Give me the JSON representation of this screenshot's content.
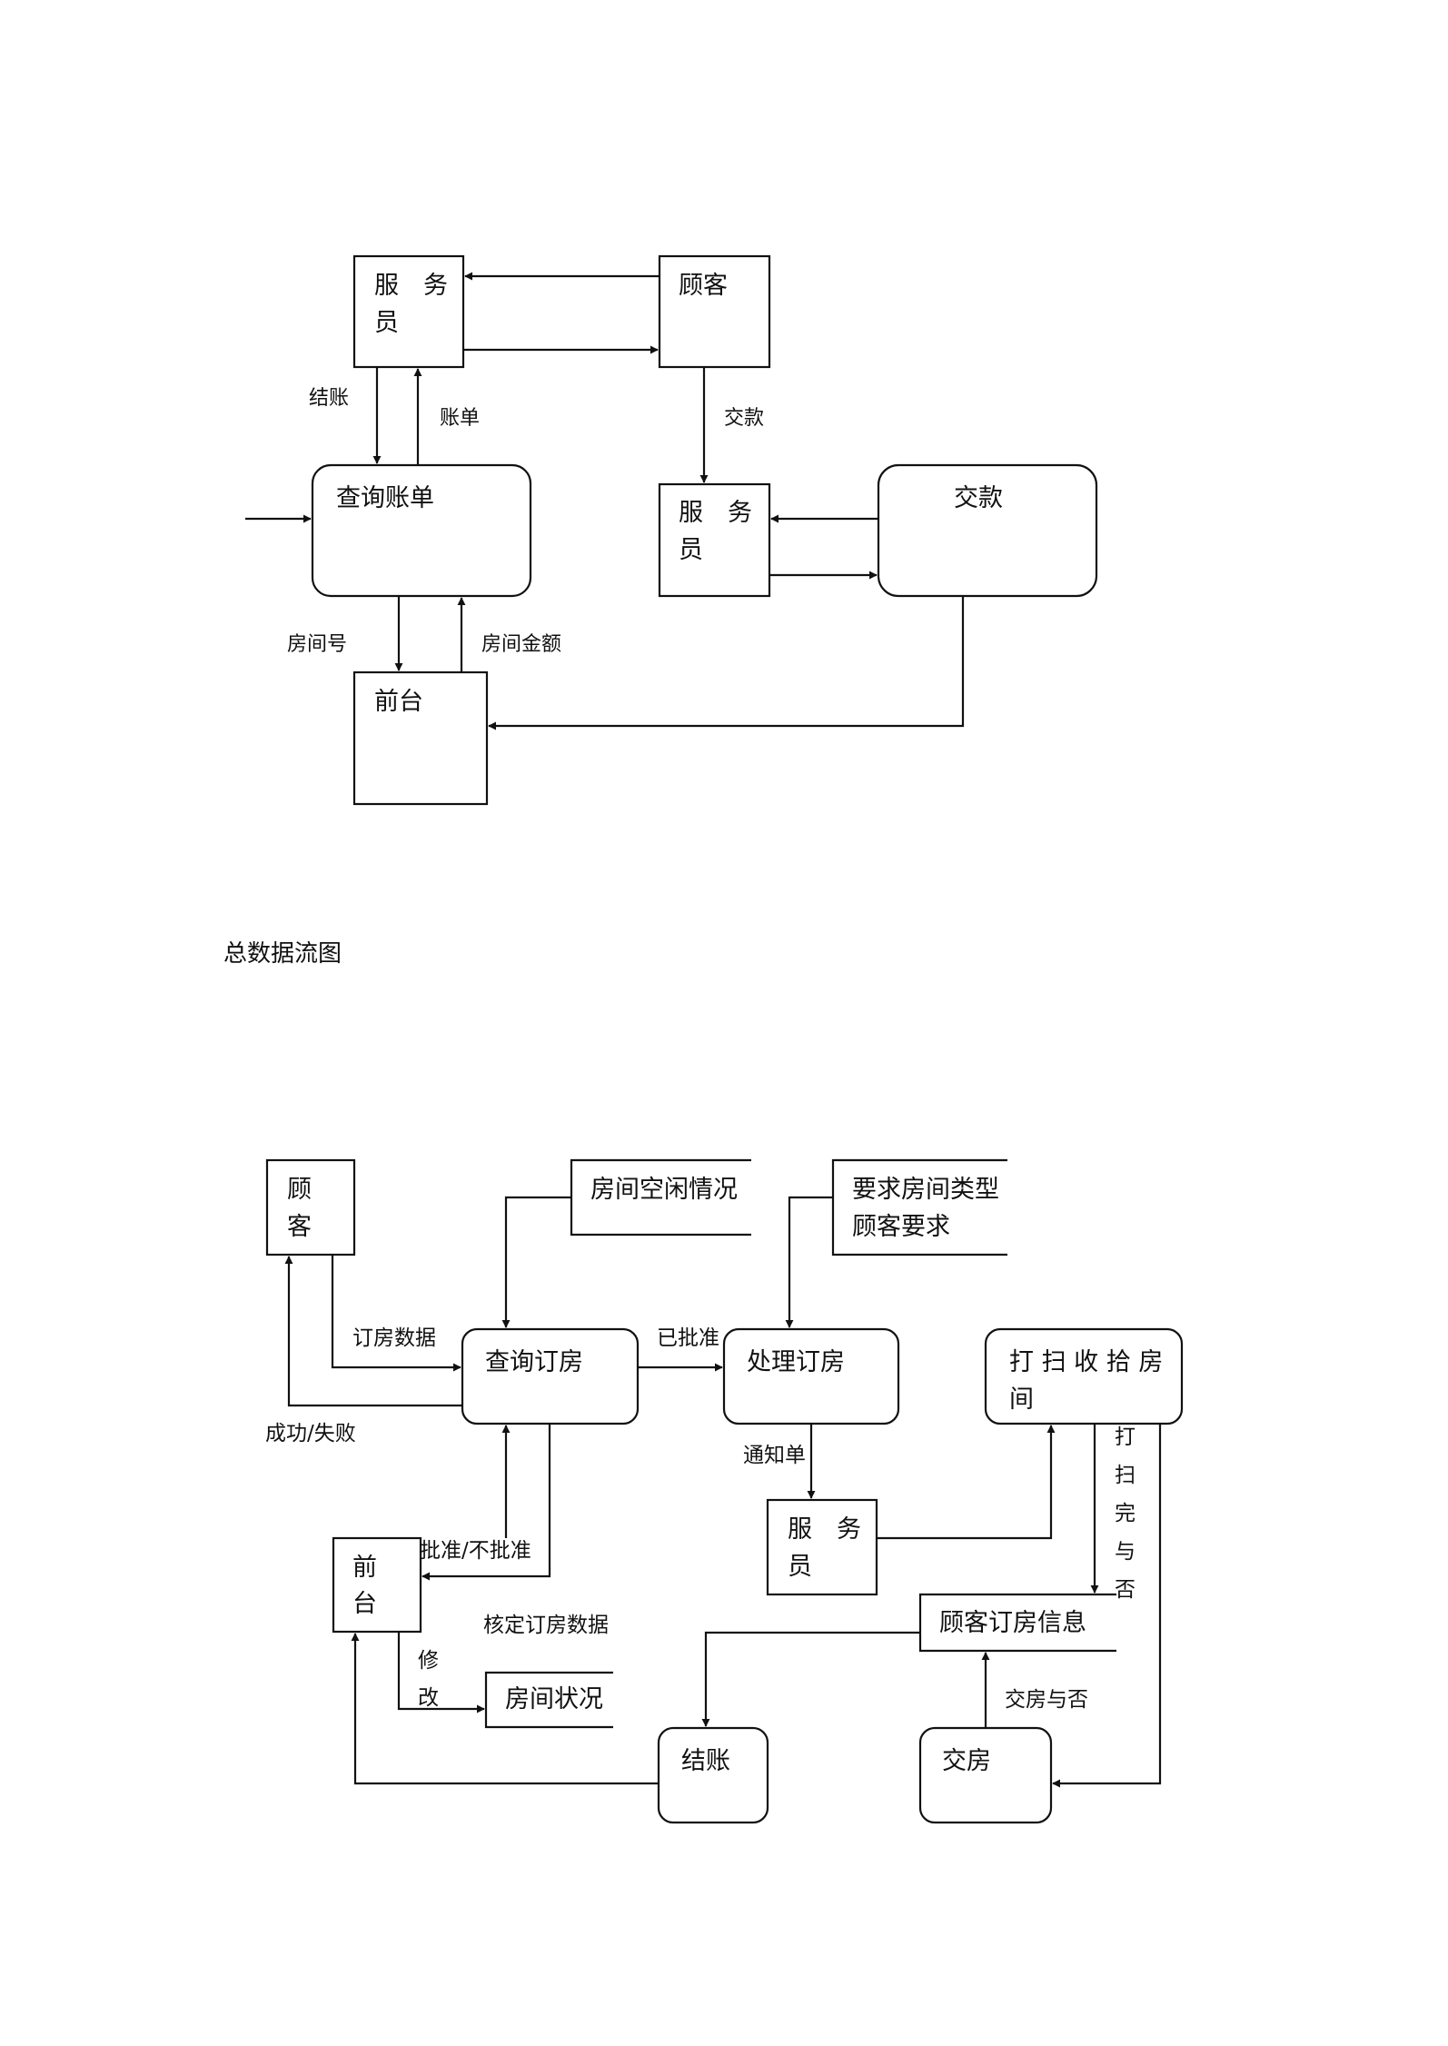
{
  "top": {
    "waiter1_line1": "服　务",
    "waiter1_line2": "员",
    "customer": "顾客",
    "query_bill": "查询账单",
    "front_desk": "前台",
    "waiter2_line1": "服　务",
    "waiter2_line2": "员",
    "payment_process": "交款",
    "lbl_checkout": "结账",
    "lbl_bill": "账单",
    "lbl_pay": "交款",
    "lbl_room_no": "房间号",
    "lbl_room_amount": "房间金额"
  },
  "caption": "总数据流图",
  "bottom": {
    "customer_line1": "顾",
    "customer_line2": "客",
    "store_room_free": "房间空闲情况",
    "store_req_line1": "要求房间类型",
    "store_req_line2": "顾客要求",
    "query_booking": "查询订房",
    "process_booking": "处理订房",
    "clean_room_line1": "打 扫 收 拾 房",
    "clean_room_line2": "间",
    "front_desk_line1": "前",
    "front_desk_line2": "台",
    "waiter_line1": "服　务",
    "waiter_line2": "员",
    "store_booking_info": "顾客订房信息",
    "store_room_status": "房间状况",
    "checkout": "结账",
    "hand_over": "交房",
    "lbl_booking_data": "订房数据",
    "lbl_success_fail": "成功/失败",
    "lbl_approved": "已批准",
    "lbl_notice": "通知单",
    "lbl_approve_reject": "批准/不批准",
    "lbl_verify_data": "核定订房数据",
    "lbl_modify_1": "修",
    "lbl_modify_2": "改",
    "lbl_clean_done": [
      "打",
      "扫",
      "完",
      "与",
      "否"
    ],
    "lbl_handover_yn": "交房与否"
  }
}
